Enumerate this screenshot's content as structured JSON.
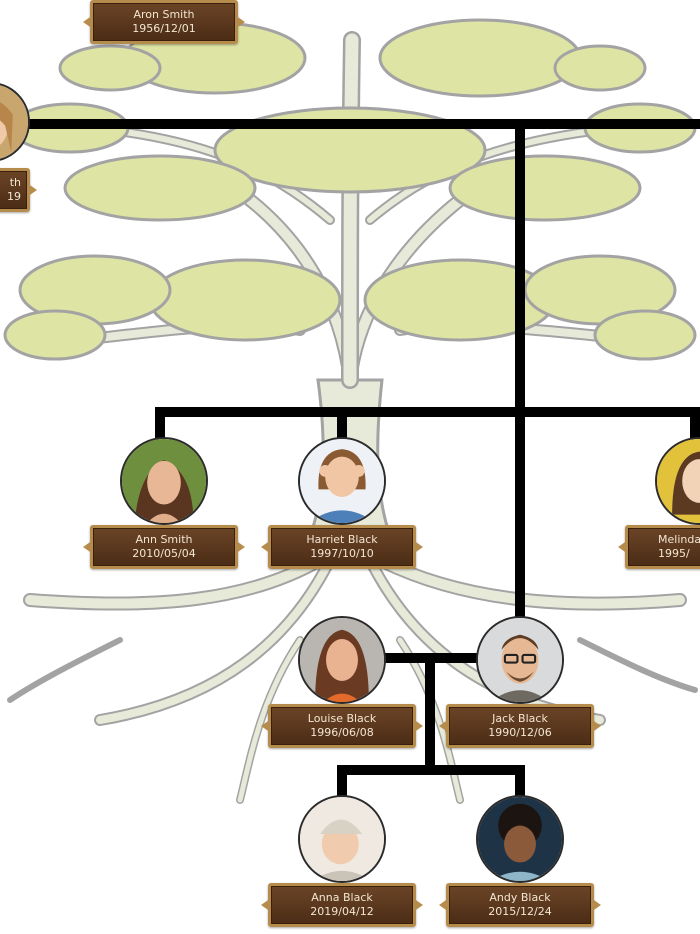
{
  "people": [
    {
      "id": "aron",
      "name": "Aron Smith",
      "date": "1956/12/01",
      "photo": "man-older"
    },
    {
      "id": "partial-left",
      "name": "th",
      "date": "19",
      "photo": "woman-blonde"
    },
    {
      "id": "ann",
      "name": "Ann Smith",
      "date": "2010/05/04",
      "photo": "woman-brunette"
    },
    {
      "id": "harriet",
      "name": "Harriet Black",
      "date": "1997/10/10",
      "photo": "woman-peace-sign"
    },
    {
      "id": "melinda",
      "name": "Melinda",
      "date": "1995/",
      "photo": "woman-yellow"
    },
    {
      "id": "louise",
      "name": "Louise Black",
      "date": "1996/06/08",
      "photo": "woman-auburn"
    },
    {
      "id": "jack",
      "name": "Jack Black",
      "date": "1990/12/06",
      "photo": "man-glasses"
    },
    {
      "id": "anna",
      "name": "Anna Black",
      "date": "2019/04/12",
      "photo": "baby-hat"
    },
    {
      "id": "andy",
      "name": "Andy Black",
      "date": "2015/12/24",
      "photo": "child-curly"
    }
  ],
  "colors": {
    "foliage": "#dde4a4",
    "branch": "#e7ead8",
    "outline": "#a3a3a3",
    "connector": "#000000",
    "plaque": "#5a361c",
    "plaque_border": "#b68c4c",
    "plaque_text": "#f3e6d2"
  }
}
